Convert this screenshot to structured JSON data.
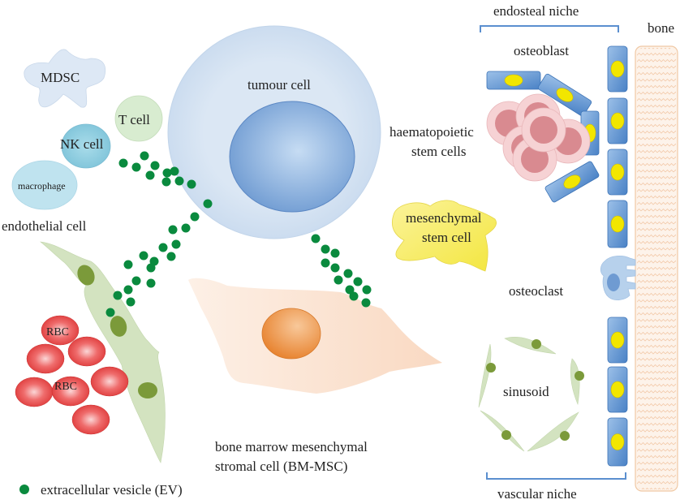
{
  "diagram": {
    "title": "Bone marrow niche and extracellular vesicle communication",
    "labels": {
      "endosteal_niche": "endosteal niche",
      "bone": "bone",
      "osteoblast": "osteoblast",
      "haematopoietic_line1": "haematopoietic",
      "haematopoietic_line2": "stem cells",
      "mdsc": "MDSC",
      "t_cell": "T cell",
      "nk_cell": "NK cell",
      "macrophage": "macrophage",
      "tumour_cell": "tumour cell",
      "endothelial_cell": "endothelial cell",
      "msc_line1": "mesenchymal",
      "msc_line2": "stem cell",
      "osteoclast": "osteoclast",
      "rbc_1": "RBC",
      "rbc_2": "RBC",
      "sinusoid": "sinusoid",
      "bmmsc_line1": "bone marrow mesenchymal",
      "bmmsc_line2": "stromal cell (BM-MSC)",
      "vascular_niche": "vascular niche"
    },
    "legend": {
      "ev_label": "extracellular vesicle (EV)"
    },
    "colors": {
      "ev": "#0a8a3e",
      "tumour_outer": "#cfdff0",
      "tumour_nucleus": "#7fa6d8",
      "osteoblast": "#5b8fcf",
      "osteoblast_nucleus": "#f2e600",
      "hsc_outer": "#f6d2d4",
      "hsc_inner": "#d98a90",
      "rbc": "#e84a4a",
      "endothelial": "#d3e3c0",
      "endothelial_nucleus": "#7b9a3a",
      "msc": "#f7ef6a",
      "bmmsc": "#fbe6d8",
      "bmmsc_nucleus": "#ee8f3a",
      "mdsc": "#dde8f5",
      "t_cell": "#d8ecd0",
      "nk_cell": "#8fcfe0",
      "macrophage": "#bfe3ef",
      "osteoclast": "#b7d1ec",
      "bone": "#fdf1e6",
      "bone_border": "#f0c8a4",
      "bracket": "#5b8fcf"
    }
  }
}
